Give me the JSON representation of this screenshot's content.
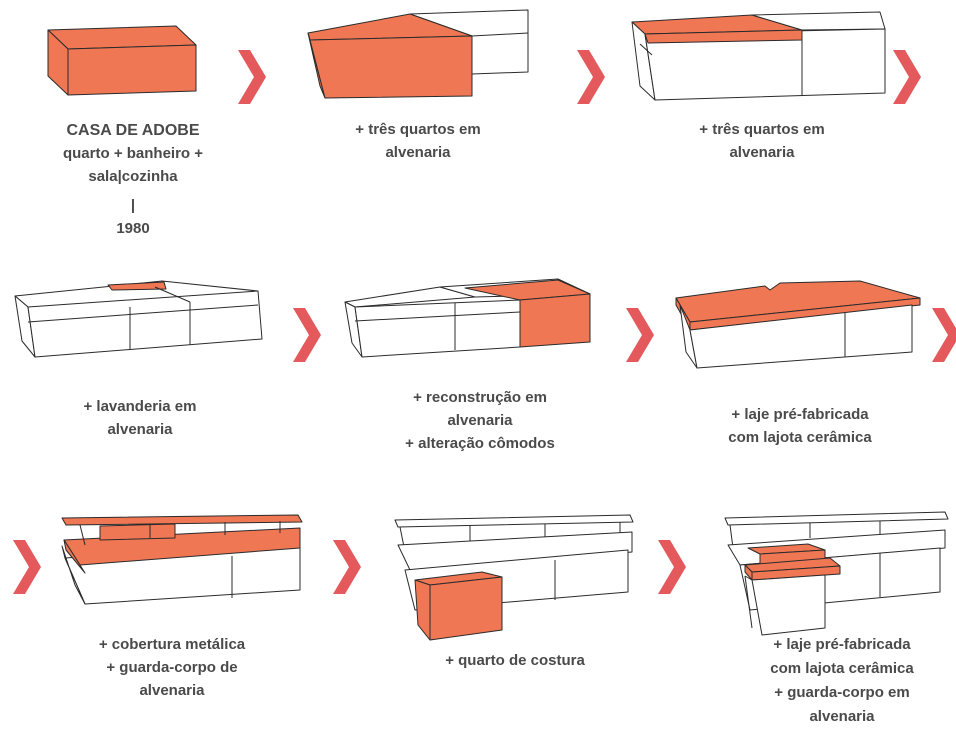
{
  "colors": {
    "accent": "#f07754",
    "arrow": "#e4595c",
    "outline": "#2b2b2b",
    "text": "#4a4a4a"
  },
  "steps": [
    {
      "title": "CASA DE ADOBE",
      "lines": [
        "quarto + banheiro +",
        "sala|cozinha",
        "|",
        "1980"
      ]
    },
    {
      "lines": [
        "+ três quartos em",
        "alvenaria"
      ]
    },
    {
      "lines": [
        "+ três quartos em",
        "alvenaria"
      ]
    },
    {
      "lines": [
        "+ lavanderia em",
        "alvenaria"
      ]
    },
    {
      "lines": [
        "+ reconstrução em",
        "alvenaria",
        "+ alteração cômodos"
      ]
    },
    {
      "lines": [
        "+ laje pré-fabricada",
        "com lajota cerâmica"
      ]
    },
    {
      "lines": [
        "+ cobertura metálica",
        "+ guarda-corpo de",
        "alvenaria"
      ]
    },
    {
      "lines": [
        "+ quarto de costura"
      ]
    },
    {
      "lines": [
        "+ laje pré-fabricada",
        "com lajota cerâmica",
        "+ guarda-corpo em",
        "alvenaria"
      ]
    }
  ]
}
